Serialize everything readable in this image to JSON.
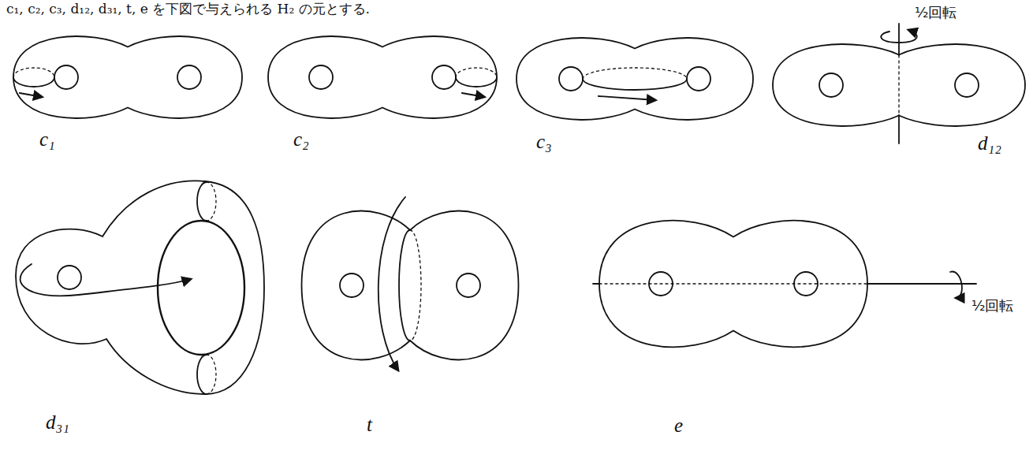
{
  "diagram": {
    "labels": [
      "c₁, c₂, c₃, d₁₂, d₃₁, t, e を下図で与えられる H₂ の元とする.",
      "c₁",
      "c₂",
      "c₃",
      "½回転",
      "d₁₂",
      "d₃₁",
      "t",
      "e",
      "½回転"
    ]
  }
}
